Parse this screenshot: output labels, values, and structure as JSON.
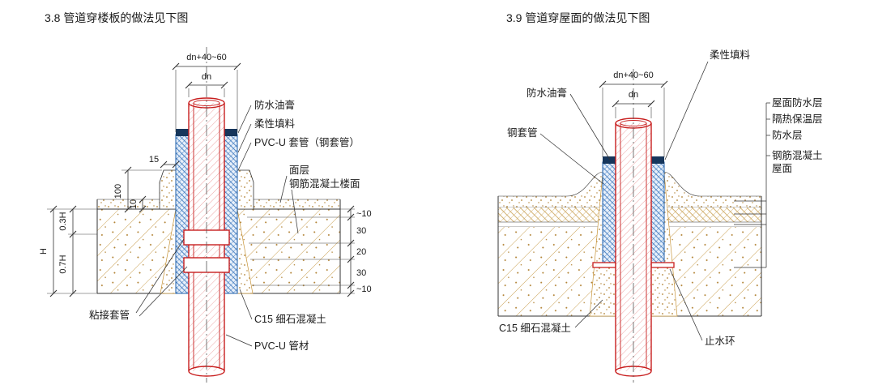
{
  "left": {
    "title": "3.8  管道穿楼板的做法见下图",
    "dim_outer": "dn+40~60",
    "dim_dn": "dn",
    "dim_100": "100",
    "dim_15": "15",
    "dim_10": "10",
    "dim_H": "H",
    "dim_03H": "0.3H",
    "dim_07H": "0.7H",
    "dim_r1": "~10",
    "dim_r2": "30",
    "dim_r3": "20",
    "dim_r4": "30",
    "dim_r5": "~10",
    "lbl_waterproof_paste": "防水油膏",
    "lbl_flexible_filler": "柔性填料",
    "lbl_sleeve": "PVC-U 套管（钢套管）",
    "lbl_surface": "面层",
    "lbl_rc_floor": "钢筋混凝土楼面",
    "lbl_bond_sleeve": "粘接套管",
    "lbl_c15": "C15 细石混凝土",
    "lbl_pipe": "PVC-U 管材"
  },
  "right": {
    "title": "3.9  管道穿屋面的做法见下图",
    "dim_outer": "dn+40~60",
    "dim_dn": "dn",
    "lbl_flexible_filler": "柔性填料",
    "lbl_waterproof_paste": "防水油膏",
    "lbl_steel_sleeve": "钢套管",
    "lbl_roof_wp": "屋面防水层",
    "lbl_insulation": "隔热保温层",
    "lbl_wp": "防水层",
    "lbl_rc_roof1": "钢筋混凝土",
    "lbl_rc_roof2": "屋面",
    "lbl_c15": "C15 细石混凝土",
    "lbl_stop_ring": "止水环"
  },
  "colors": {
    "pipe_red": "#c81e1e",
    "sleeve_blue": "#2b6cb8",
    "paste_navy": "#16365c",
    "concrete_tan": "#c8963c",
    "line_dark": "#333333",
    "background": "#ffffff"
  }
}
